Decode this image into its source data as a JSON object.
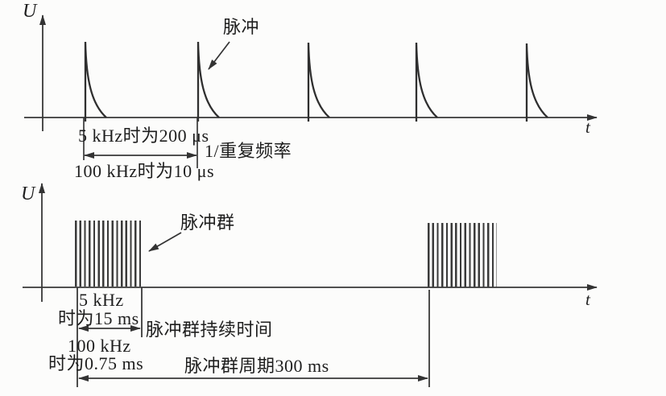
{
  "figure": {
    "description": "Pulse and burst timing waveform diagram",
    "top_pulse_count": 5,
    "burst_count": 2
  },
  "colors": {
    "ink": "#333333",
    "text": "#1e1e1e",
    "background": "#fcfcfb"
  },
  "top_diagram": {
    "y_axis_label": "U",
    "x_axis_label": "t",
    "pulse_label": "脉冲",
    "spacing_5khz": "5 kHz时为200 μs",
    "repetition_label": "1/重复频率",
    "spacing_100khz": "100 kHz时为10 μs"
  },
  "bottom_diagram": {
    "y_axis_label": "U",
    "x_axis_label": "t",
    "burst_label": "脉冲群",
    "duration_5khz_line1": "5 kHz",
    "duration_5khz_line2": "时为15 ms",
    "duration_label": "脉冲群持续时间",
    "duration_100khz_line1": "100 kHz",
    "duration_100khz_line2": "时为0.75 ms",
    "period_label": "脉冲群周期300 ms"
  }
}
